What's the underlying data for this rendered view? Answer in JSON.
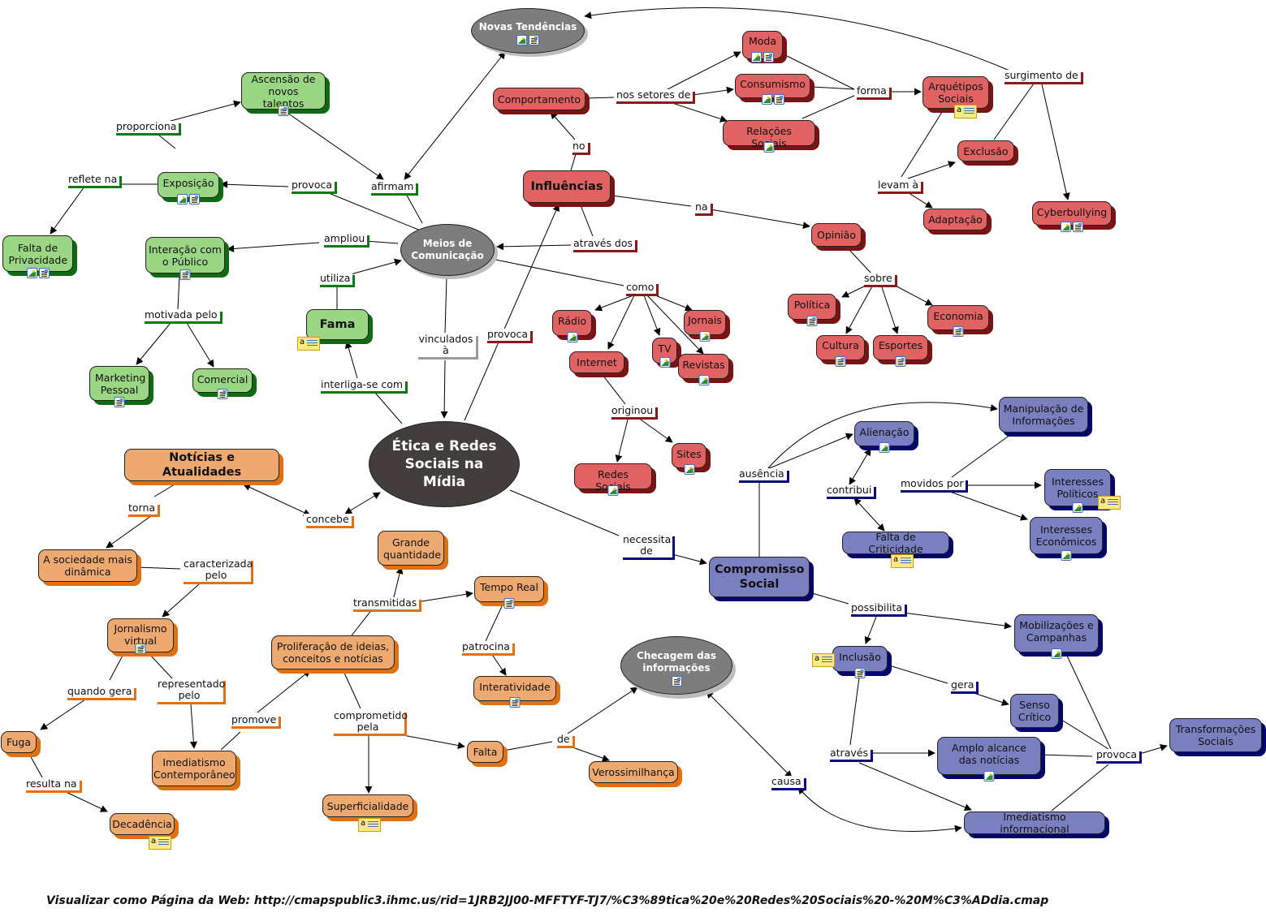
{
  "map_title": "Ética e Redes Sociais na Mídia",
  "colors": {
    "green_group": "#9bd684",
    "red_group": "#e06262",
    "orange_group": "#eda96f",
    "blue_group": "#7a7fbf",
    "gray_concept": "#7d7d7d",
    "central_concept": "#433e3b"
  },
  "icon_legend": {
    "img": "image-resource-icon",
    "doc": "document-resource-icon",
    "note": "annotation-note-icon"
  },
  "concepts": {
    "etica": "Ética e Redes Sociais na Mídia",
    "meios": "Meios de Comunicação",
    "novas": "Novas Tendências",
    "checagem": "Checagem das informações",
    "ascensao": "Ascensão de novos talentos",
    "exposicao": "Exposição",
    "falta_priv": "Falta de Privacidade",
    "interacao": "Interação com o Público",
    "fama": "Fama",
    "marketing": "Marketing Pessoal",
    "comercial": "Comercial",
    "influencias": "Influências",
    "comportamento": "Comportamento",
    "moda": "Moda",
    "consumismo": "Consumismo",
    "relacoes": "Relações Sociais",
    "arquetipos": "Arquétipos Sociais",
    "exclusao": "Exclusão",
    "adaptacao": "Adaptação",
    "cyberbullying": "Cyberbullying",
    "opiniao": "Opinião",
    "politica": "Política",
    "cultura": "Cultura",
    "esportes": "Esportes",
    "economia": "Economia",
    "radio": "Rádio",
    "internet": "Internet",
    "tv": "TV",
    "jornais": "Jornais",
    "revistas": "Revistas",
    "redes_sociais": "Redes Sociais",
    "sites": "Sites",
    "noticias": "Notícias e Atualidades",
    "sociedade": "A sociedade mais dinâmica",
    "jornalismo": "Jornalismo virtual",
    "fuga": "Fuga",
    "decadencia": "Decadência",
    "imediatismo_c": "Imediatismo Contemporâneo",
    "proliferacao": "Proliferação de ideias, conceitos e notícias",
    "grande": "Grande quantidade",
    "tempo_real": "Tempo Real",
    "interatividade": "Interatividade",
    "superficialidade": "Superficialidade",
    "falta": "Falta",
    "verossimilhanca": "Verossimilhança",
    "compromisso": "Compromisso Social",
    "alienacao": "Alienação",
    "falta_crit": "Falta de Criticidade",
    "manipulacao": "Manipulação de Informações",
    "int_politicos": "Interesses Políticos",
    "int_economicos": "Interesses Econômicos",
    "inclusao": "Inclusão",
    "mobilizacoes": "Mobilizações e Campanhas",
    "senso": "Senso Crítico",
    "amplo": "Amplo alcance das notícias",
    "transformacoes": "Transformações Sociais",
    "imediatismo_i": "Imediatismo informacional"
  },
  "linking_phrases": {
    "proporciona": "proporciona",
    "reflete_na": "reflete na",
    "provoca_g": "provoca",
    "afirmam": "afirmam",
    "ampliou": "ampliou",
    "utiliza": "utiliza",
    "motivada_pelo": "motivada pelo",
    "interliga": "interliga-se com",
    "vinculados": "vinculados à",
    "provoca_r": "provoca",
    "no": "no",
    "nos_setores": "nos setores de",
    "forma": "forma",
    "surgimento": "surgimento de",
    "levam_a": "levam à",
    "na": "na",
    "atraves_dos": "através dos",
    "como": "como",
    "sobre": "sobre",
    "originou": "originou",
    "torna": "torna",
    "concebe": "concebe",
    "caracterizada": "caracterizada pelo",
    "quando_gera": "quando gera",
    "representado": "representado pelo",
    "resulta_na": "resulta na",
    "promove": "promove",
    "transmitidas": "transmitidas",
    "patrocina": "patrocina",
    "comprometido": "comprometido pela",
    "de": "de",
    "necessita": "necessita de",
    "ausencia": "ausência",
    "contribui": "contribui",
    "movidos_por": "movidos por",
    "possibilita": "possibilita",
    "gera": "gera",
    "atraves": "através",
    "provoca_b": "provoca",
    "causa": "causa"
  },
  "footer": {
    "text": "Visualizar como Página da Web: http://cmapspublic3.ihmc.us/rid=1JRB2JJ00-MFFTYF-TJ7/%C3%89tica%20e%20Redes%20Sociais%20-%20M%C3%ADdia.cmap"
  }
}
